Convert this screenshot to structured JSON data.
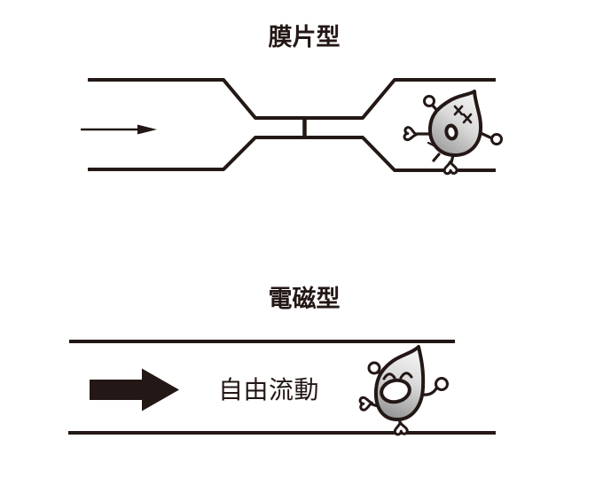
{
  "page": {
    "background": "#ffffff",
    "ink_color": "#231815"
  },
  "sections": {
    "diaphragm": {
      "title": "膜片型",
      "icons": {
        "pipe": "constricted-pipe",
        "arrow": "thin-flow-arrow",
        "orifice": "orifice-plate",
        "character": "dizzy-squeezed-water-droplet"
      }
    },
    "electromagnetic": {
      "title": "電磁型",
      "flow_label": "自由流動",
      "icons": {
        "pipe": "straight-pipe",
        "arrow": "bold-flow-arrow",
        "character": "happy-running-water-droplet"
      }
    }
  },
  "colors": {
    "ink": "#231815",
    "droplet_highlight": "#f7f7f7",
    "droplet_midtone": "#d9d9d9",
    "droplet_shadow": "#8f8f8f",
    "white": "#ffffff"
  }
}
